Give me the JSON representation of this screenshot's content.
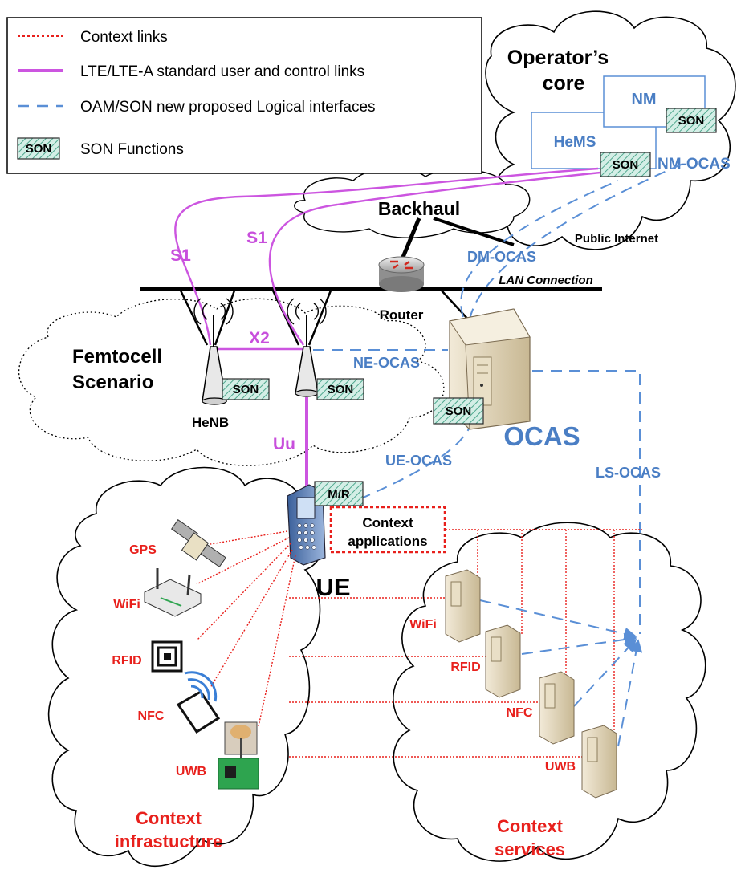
{
  "legend": {
    "items": [
      {
        "text": "Context links"
      },
      {
        "text": "LTE/LTE-A standard user and control links"
      },
      {
        "text": "OAM/SON new proposed Logical interfaces"
      },
      {
        "text": "SON Functions"
      }
    ],
    "son_badge": "SON"
  },
  "operator_core": {
    "title_line1": "Operator’s",
    "title_line2": "core",
    "nm": "NM",
    "hems": "HeMS",
    "nm_ocas": "NM-OCAS",
    "son": "SON"
  },
  "network": {
    "backhaul": "Backhaul",
    "public_internet": "Public Internet",
    "dm_ocas": "DM-OCAS",
    "lan_connection": "LAN Connection",
    "router": "Router",
    "s1_left": "S1",
    "s1_right": "S1",
    "x2": "X2",
    "uu": "Uu",
    "ne_ocas": "NE-OCAS",
    "ue_ocas": "UE-OCAS",
    "ls_ocas": "LS-OCAS",
    "ocas": "OCAS",
    "son": "SON"
  },
  "femtocell": {
    "title_line1": "Femtocell",
    "title_line2": "Scenario",
    "henb": "HeNB",
    "son": "SON"
  },
  "ue": {
    "label": "UE",
    "mr": "M/R",
    "context_apps_line1": "Context",
    "context_apps_line2": "applications"
  },
  "infrastructure": {
    "items": [
      "GPS",
      "WiFi",
      "RFID",
      "NFC",
      "UWB"
    ],
    "title_line1": "Context",
    "title_line2": "infrastucture"
  },
  "services": {
    "items": [
      "WiFi",
      "RFID",
      "NFC",
      "UWB"
    ],
    "title_line1": "Context",
    "title_line2": "services"
  },
  "colors": {
    "context_link": "#e8201c",
    "lte_link": "#cc55e0",
    "oam_link": "#5a8fd6",
    "blue_text": "#4a7ec4",
    "red_text": "#e8201c",
    "purple_text": "#c84fdc"
  }
}
